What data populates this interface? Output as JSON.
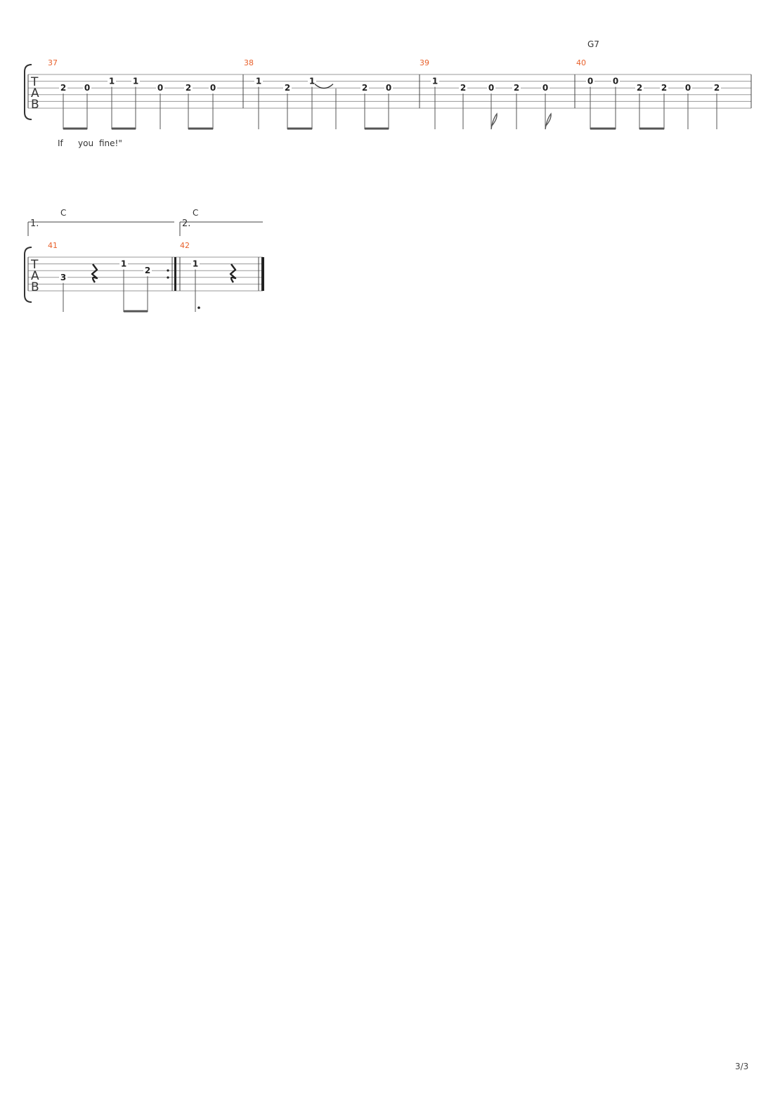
{
  "page": {
    "number_label": "3/3"
  },
  "systems": [
    {
      "tab_clef": [
        "T",
        "A",
        "B"
      ],
      "measures": [
        {
          "number": "37",
          "chord": "",
          "notes": [
            {
              "fret": "2",
              "string": 3,
              "beam": "start"
            },
            {
              "fret": "0",
              "string": 3,
              "beam": "end"
            },
            {
              "fret": "1",
              "string": 2,
              "beam": "start"
            },
            {
              "fret": "1",
              "string": 2,
              "beam": "end"
            },
            {
              "fret": "0",
              "string": 3,
              "beam": "none"
            },
            {
              "fret": "2",
              "string": 3,
              "beam": "start"
            },
            {
              "fret": "0",
              "string": 3,
              "beam": "end"
            }
          ],
          "lyrics": [
            "If",
            "you",
            "fine!\""
          ]
        },
        {
          "number": "38",
          "chord": "",
          "notes": [
            {
              "fret": "1",
              "string": 2,
              "beam": "none"
            },
            {
              "fret": "2",
              "string": 3,
              "beam": "start"
            },
            {
              "fret": "1",
              "string": 2,
              "beam": "end",
              "tie": true
            },
            {
              "fret": "",
              "string": 2,
              "beam": "none",
              "tied_continuation": true
            },
            {
              "fret": "2",
              "string": 3,
              "beam": "start"
            },
            {
              "fret": "0",
              "string": 3,
              "beam": "end"
            }
          ]
        },
        {
          "number": "39",
          "chord": "",
          "notes": [
            {
              "fret": "1",
              "string": 2,
              "beam": "none"
            },
            {
              "fret": "2",
              "string": 3,
              "beam": "none"
            },
            {
              "fret": "0",
              "string": 3,
              "beam": "flag"
            },
            {
              "fret": "2",
              "string": 3,
              "beam": "none"
            },
            {
              "fret": "0",
              "string": 3,
              "beam": "flag"
            }
          ]
        },
        {
          "number": "40",
          "chord": "G7",
          "notes": [
            {
              "fret": "0",
              "string": 2,
              "beam": "start"
            },
            {
              "fret": "0",
              "string": 2,
              "beam": "end"
            },
            {
              "fret": "2",
              "string": 3,
              "beam": "start"
            },
            {
              "fret": "2",
              "string": 3,
              "beam": "end"
            },
            {
              "fret": "0",
              "string": 3,
              "beam": "none"
            },
            {
              "fret": "2",
              "string": 3,
              "beam": "none"
            }
          ]
        }
      ]
    },
    {
      "tab_clef": [
        "T",
        "A",
        "B"
      ],
      "voltas": [
        "1.",
        "2."
      ],
      "measures": [
        {
          "number": "41",
          "chord": "C",
          "notes": [
            {
              "fret": "3",
              "string": 4,
              "beam": "none"
            },
            {
              "fret": "",
              "string": 0,
              "rest": "quarter"
            },
            {
              "fret": "1",
              "string": 2,
              "beam": "start"
            },
            {
              "fret": "2",
              "string": 3,
              "beam": "end"
            }
          ],
          "end_repeat": true
        },
        {
          "number": "42",
          "chord": "C",
          "notes": [
            {
              "fret": "1",
              "string": 2,
              "beam": "none",
              "dotted": true
            },
            {
              "fret": "",
              "string": 0,
              "rest": "quarter"
            }
          ],
          "final_barline": true
        }
      ]
    }
  ]
}
